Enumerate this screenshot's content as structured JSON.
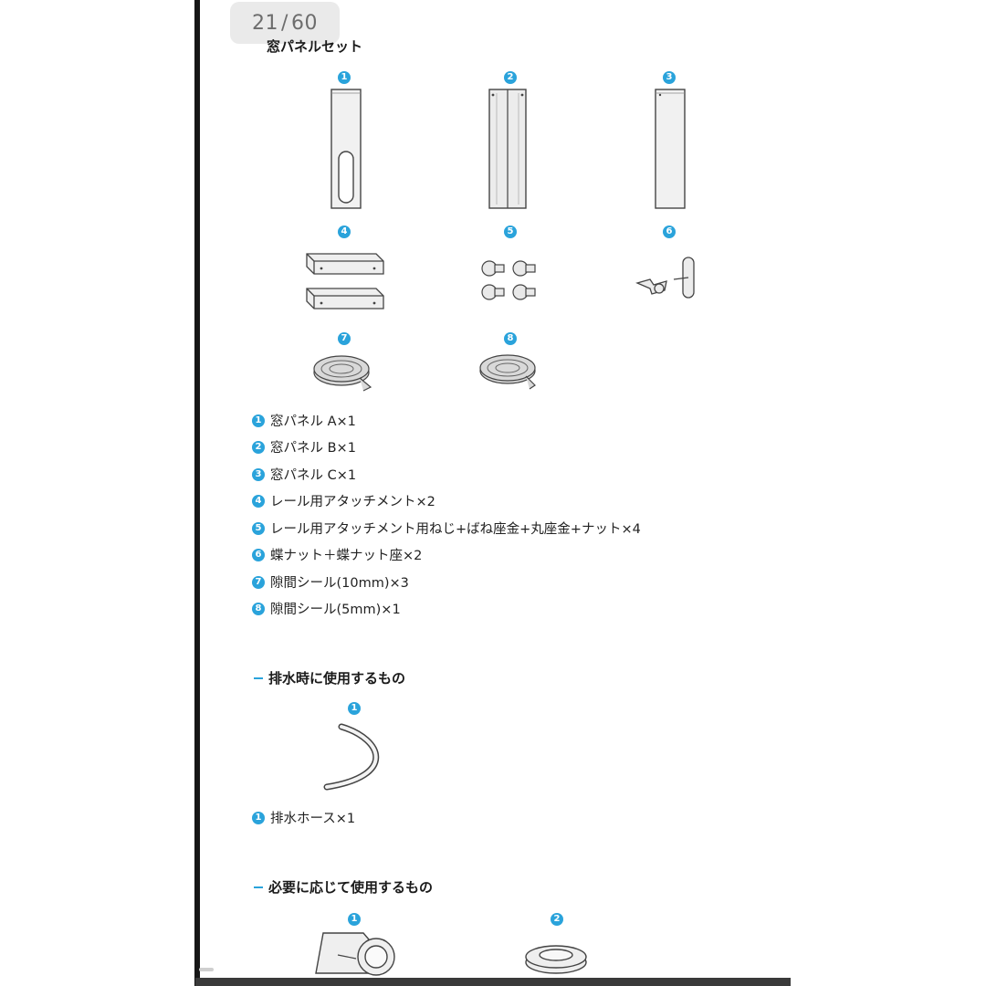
{
  "viewer": {
    "page_current": "21",
    "page_separator": "/",
    "page_total": "60"
  },
  "sections": {
    "window_panel": {
      "title": "窓パネルセット",
      "numbers": [
        "1",
        "2",
        "3",
        "4",
        "5",
        "6",
        "7",
        "8"
      ],
      "items": [
        {
          "num": "1",
          "text": "窓パネル A×1"
        },
        {
          "num": "2",
          "text": "窓パネル B×1"
        },
        {
          "num": "3",
          "text": "窓パネル C×1"
        },
        {
          "num": "4",
          "text": "レール用アタッチメント×2"
        },
        {
          "num": "5",
          "text": "レール用アタッチメント用ねじ+ばね座金+丸座金+ナット×4"
        },
        {
          "num": "6",
          "text": "蝶ナット＋蝶ナット座×2"
        },
        {
          "num": "7",
          "text": "隙間シール(10mm)×3"
        },
        {
          "num": "8",
          "text": "隙間シール(5mm)×1"
        }
      ]
    },
    "drainage": {
      "title": "排水時に使用するもの",
      "numbers": [
        "1"
      ],
      "items": [
        {
          "num": "1",
          "text": "排水ホース×1"
        }
      ]
    },
    "as_needed": {
      "title": "必要に応じて使用するもの",
      "numbers": [
        "1",
        "2"
      ]
    }
  },
  "colors": {
    "accent": "#2aa3db",
    "divider": "#161616"
  }
}
